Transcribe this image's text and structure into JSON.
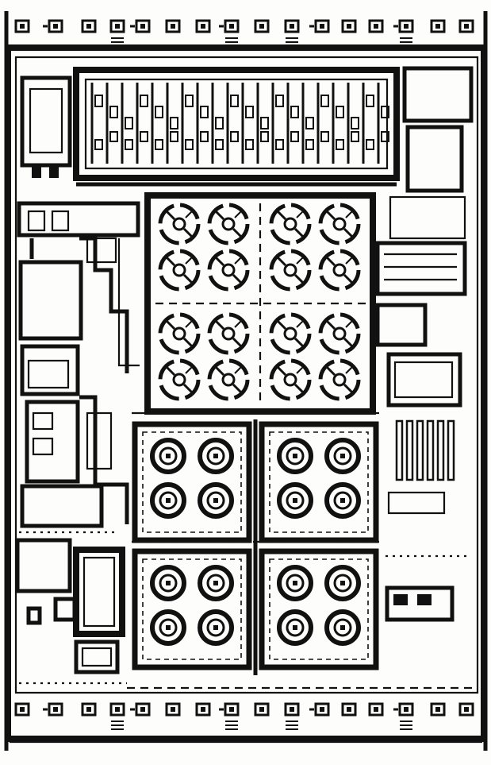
{
  "layout": {
    "ink_color": "#111111",
    "paper_color": "#fdfdfb",
    "large_cell_blocks": 4,
    "small_cell_blocks": 4,
    "cells_per_block": 4
  }
}
